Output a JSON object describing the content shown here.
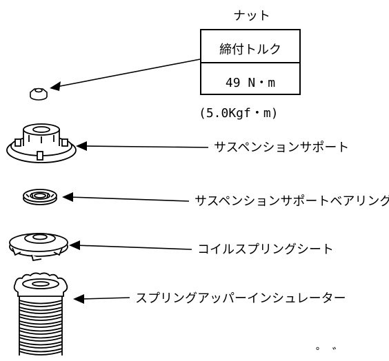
{
  "nut": {
    "title": "ナット",
    "torque_header": "締付トルク",
    "torque_value": "49 N・m",
    "torque_alt": "(5.0Kgf・m)"
  },
  "labels": {
    "suspension_support": "サスペンションサポート",
    "support_bearing": "サスペンションサポートベアリング",
    "coil_spring_seat": "コイルスプリングシート",
    "spring_upper_insulator": "スプリングアッパーインシュレーター",
    "bumper_partial": "゜  ゛"
  }
}
